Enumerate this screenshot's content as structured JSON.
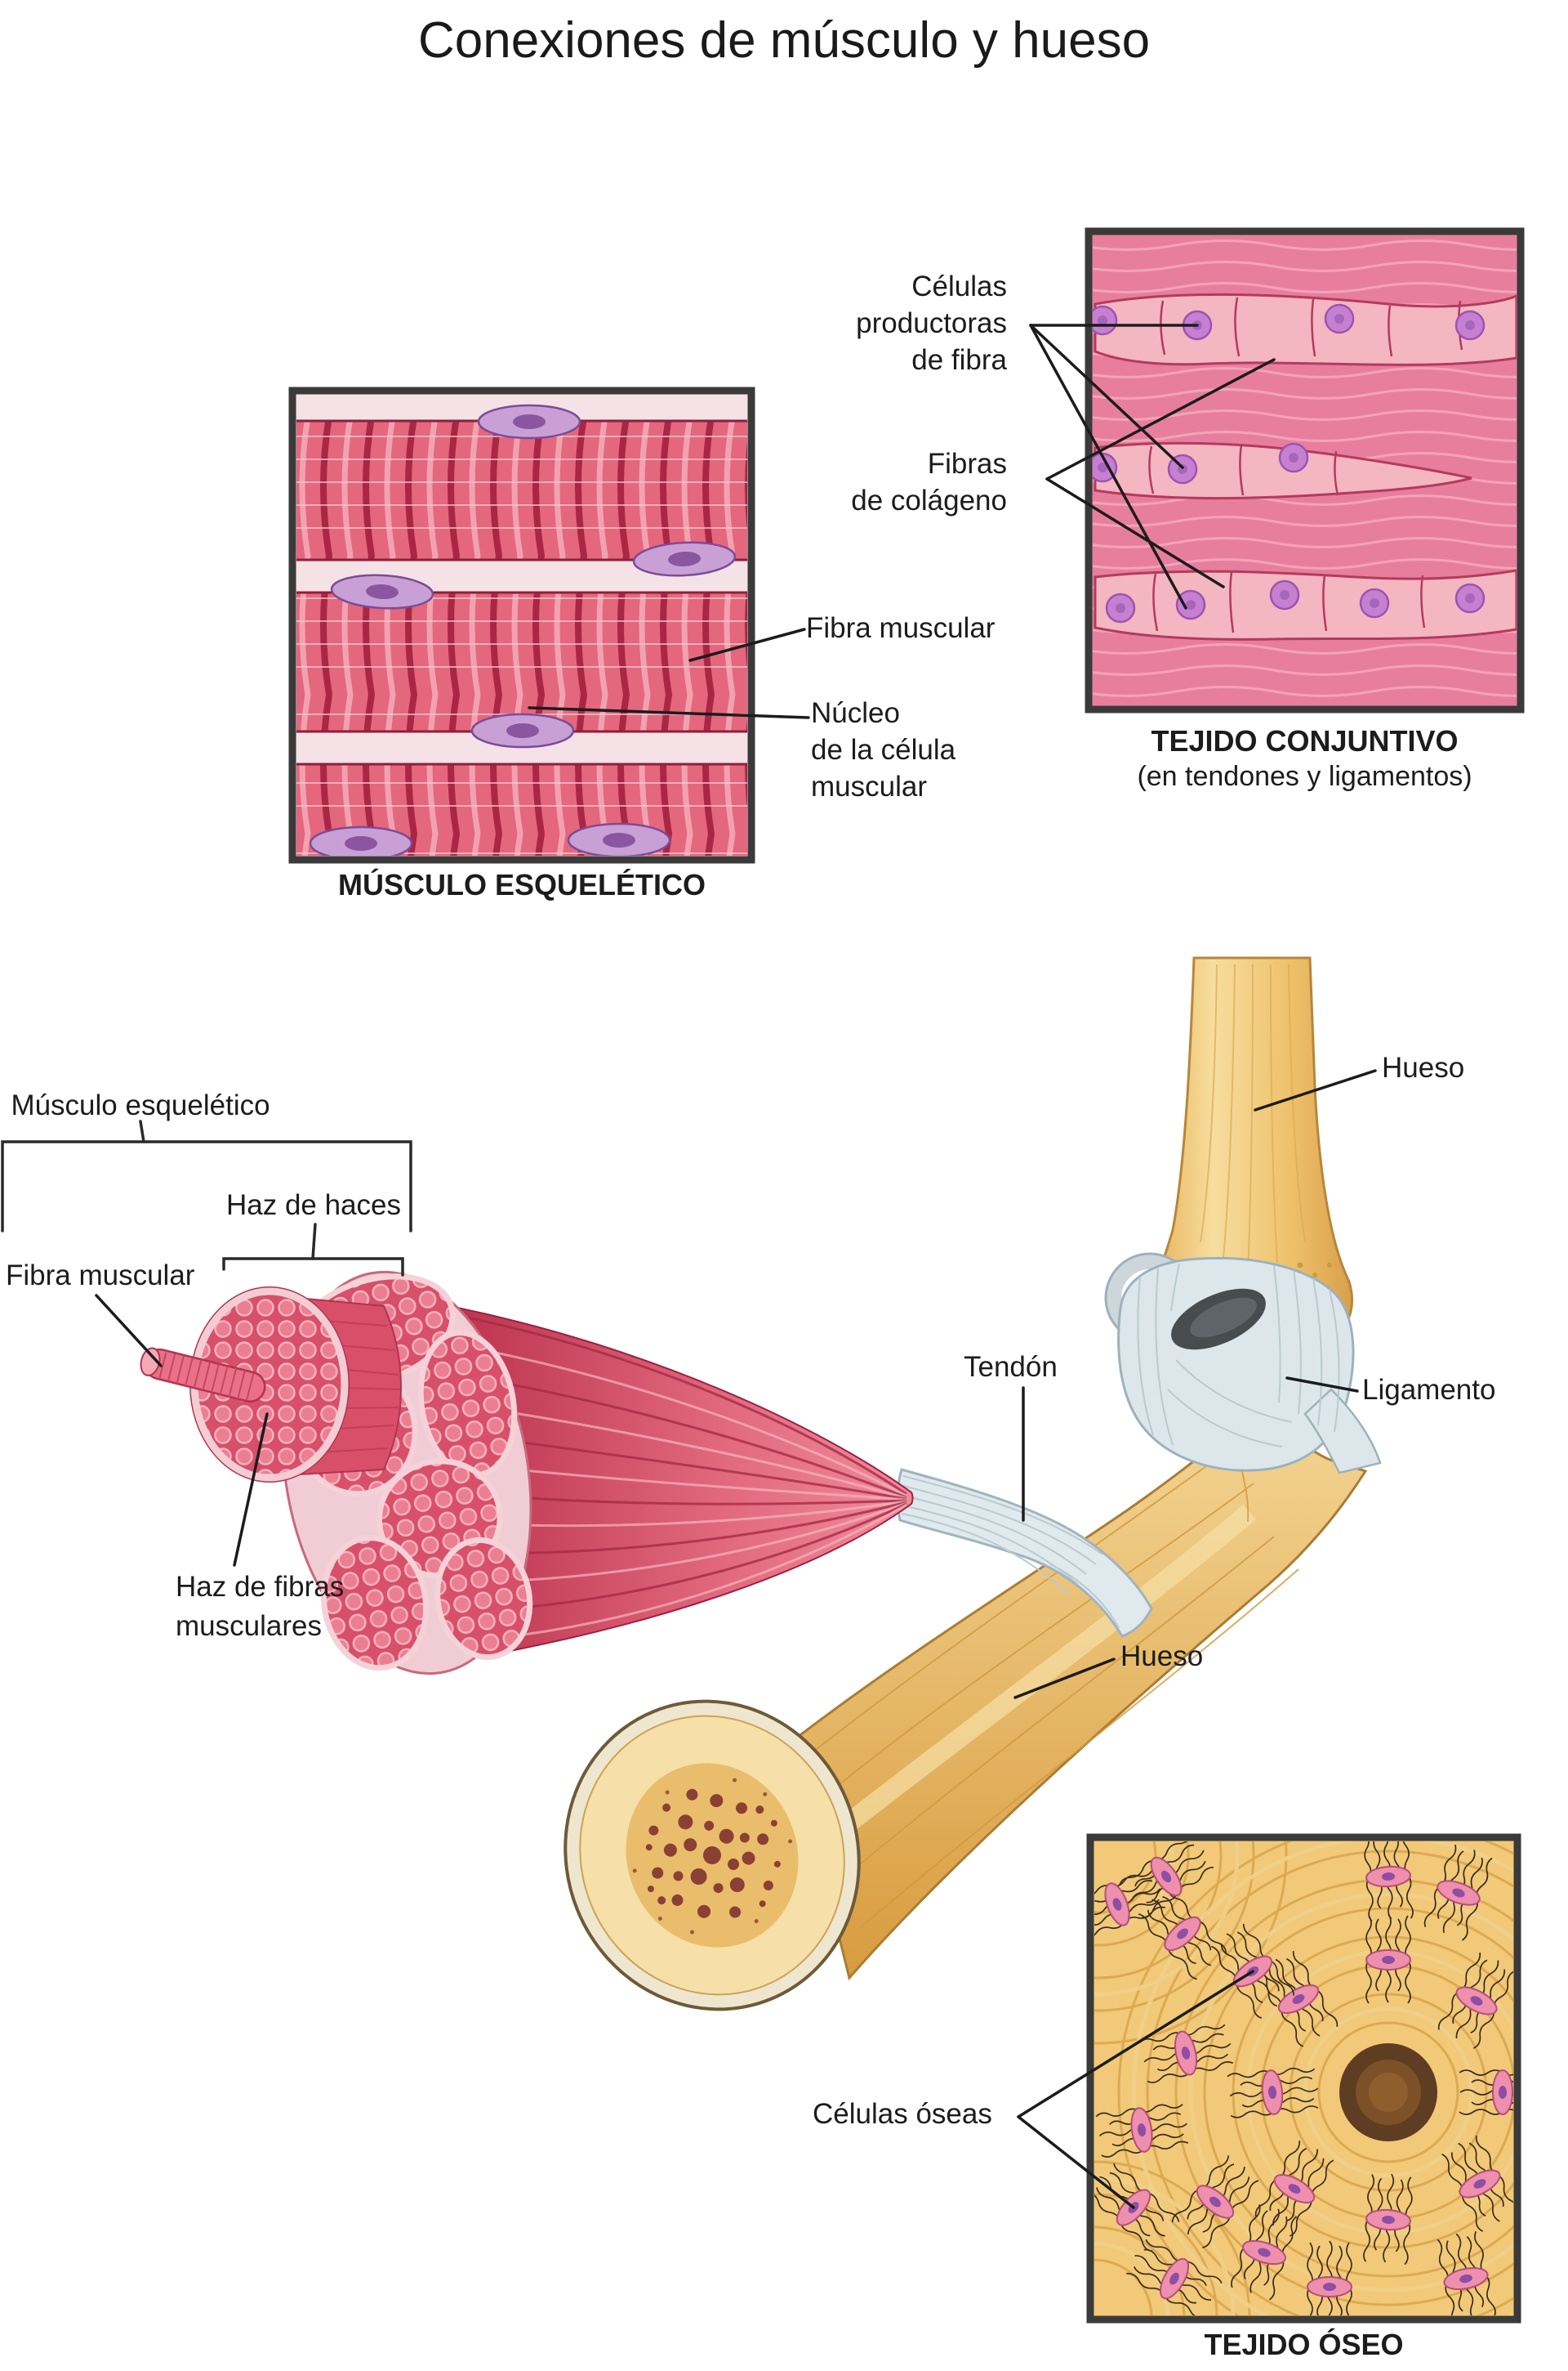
{
  "title": "Conexiones de músculo y hueso",
  "panels": {
    "musculo_esqueletico": {
      "caption": "MÚSCULO ESQUELÉTICO",
      "labels": {
        "fibra_muscular": "Fibra muscular",
        "nucleo_celula": "Núcleo\nde la célula\nmuscular"
      }
    },
    "tejido_conjuntivo": {
      "caption": "TEJIDO CONJUNTIVO",
      "caption_sub": "(en tendones y ligamentos)",
      "labels": {
        "celulas_productoras": "Células\nproductoras\nde fibra",
        "fibras_colageno": "Fibras\nde colágeno"
      }
    },
    "tejido_oseo": {
      "caption": "TEJIDO ÓSEO",
      "labels": {
        "celulas_oseas": "Células óseas"
      }
    },
    "anatomia_central": {
      "labels": {
        "musculo_esqueletico": "Músculo esquelético",
        "haz_de_haces": "Haz de haces",
        "fibra_muscular": "Fibra muscular",
        "haz_de_fibras": "Haz de fibras\nmusculares",
        "tendon": "Tendón",
        "hueso_superior": "Hueso",
        "ligamento": "Ligamento",
        "hueso_inferior": "Hueso"
      }
    }
  },
  "colors": {
    "fondo": "#ffffff",
    "texto": "#1c1c1c",
    "marco_caja": "#3a3a3a",
    "musculo_rojo": "#d84f69",
    "musculo_oscuro": "#a92743",
    "musculo_claro": "#f2a2af",
    "fascia_rosa": "#f0cdd4",
    "tejido_rosa": "#e87e9e",
    "celula_rosa_clara": "#f4b6c1",
    "nucleo_purpura": "#9a55ae",
    "hueso_dorado": "#eec06a",
    "hueso_sombra": "#d89b3f",
    "tendon_gris": "#dde7eb",
    "tendon_borde": "#9cb2bc",
    "hueso_tejido_fondo": "#f1c979",
    "canal_central": "#5f3d22",
    "osteocito_rosa": "#ee8fae"
  }
}
